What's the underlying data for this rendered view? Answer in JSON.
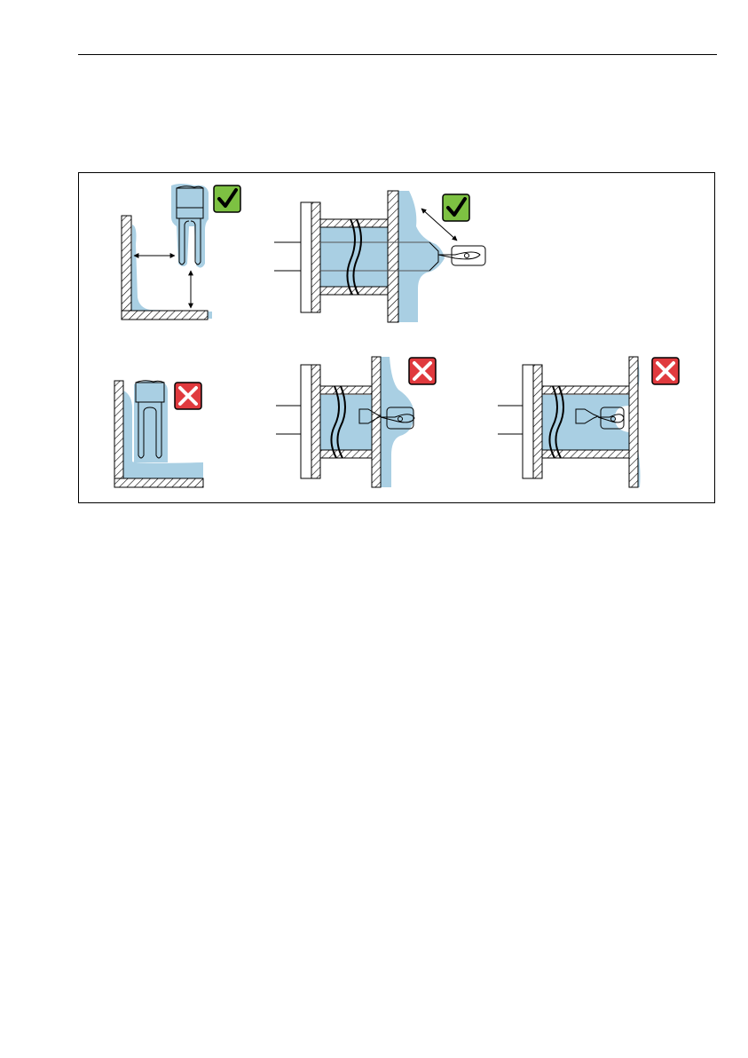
{
  "colors": {
    "liquid": "#a9cfe3",
    "ok_badge": "#7dc142",
    "not_ok_badge": "#e03a3e",
    "line": "#000000"
  },
  "figure": {
    "panels": [
      {
        "id": "fork-corner-ok",
        "status": "correct",
        "icon": "check-mark-icon"
      },
      {
        "id": "pipe-flange-ok",
        "status": "correct",
        "icon": "check-mark-icon"
      },
      {
        "id": "fork-corner-buildup",
        "status": "incorrect",
        "icon": "cross-mark-icon"
      },
      {
        "id": "pipe-flange-buildup-a",
        "status": "incorrect",
        "icon": "cross-mark-icon"
      },
      {
        "id": "pipe-flange-buildup-b",
        "status": "incorrect",
        "icon": "cross-mark-icon"
      }
    ]
  }
}
